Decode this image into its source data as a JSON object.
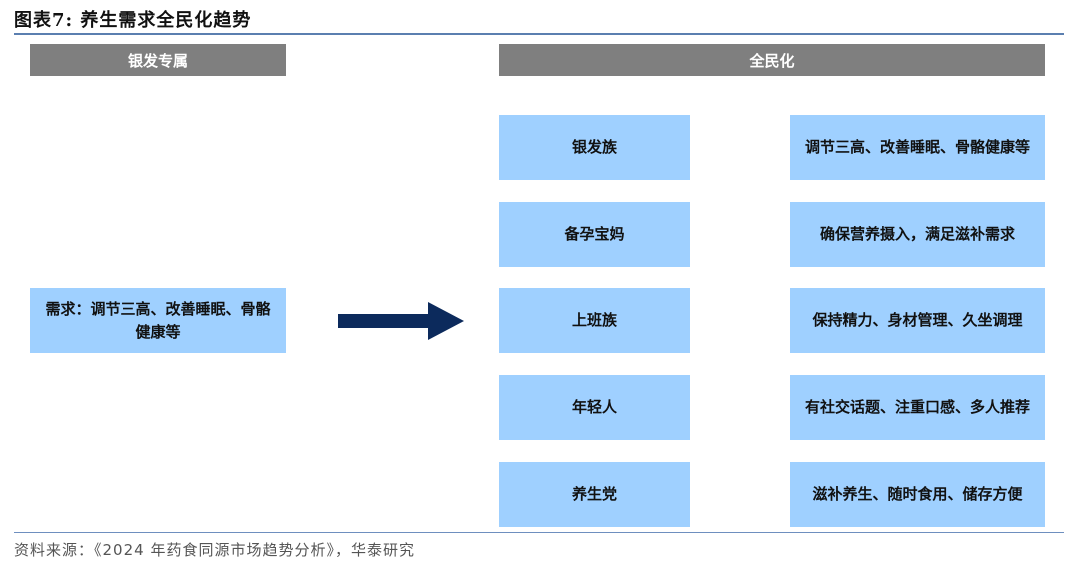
{
  "figure": {
    "title": "图表7: 养生需求全民化趋势",
    "source": "资料来源：《2024 年药食同源市场趋势分析》，华泰研究"
  },
  "left": {
    "header": "银发专属",
    "box": "需求：调节三高、改善睡眠、骨骼健康等"
  },
  "right": {
    "header": "全民化",
    "groups": [
      {
        "label": "银发族",
        "need": "调节三高、改善睡眠、骨骼健康等"
      },
      {
        "label": "备孕宝妈",
        "need": "确保营养摄入，满足滋补需求"
      },
      {
        "label": "上班族",
        "need": "保持精力、身材管理、久坐调理"
      },
      {
        "label": "年轻人",
        "need": "有社交话题、注重口感、多人推荐"
      },
      {
        "label": "养生党",
        "need": "滋补养生、随时食用、储存方便"
      }
    ]
  },
  "colors": {
    "header_bg": "#7f7f7f",
    "box_bg": "#9fd0ff",
    "arrow": "#0c2a5c",
    "rule": "#5b7fb0"
  }
}
